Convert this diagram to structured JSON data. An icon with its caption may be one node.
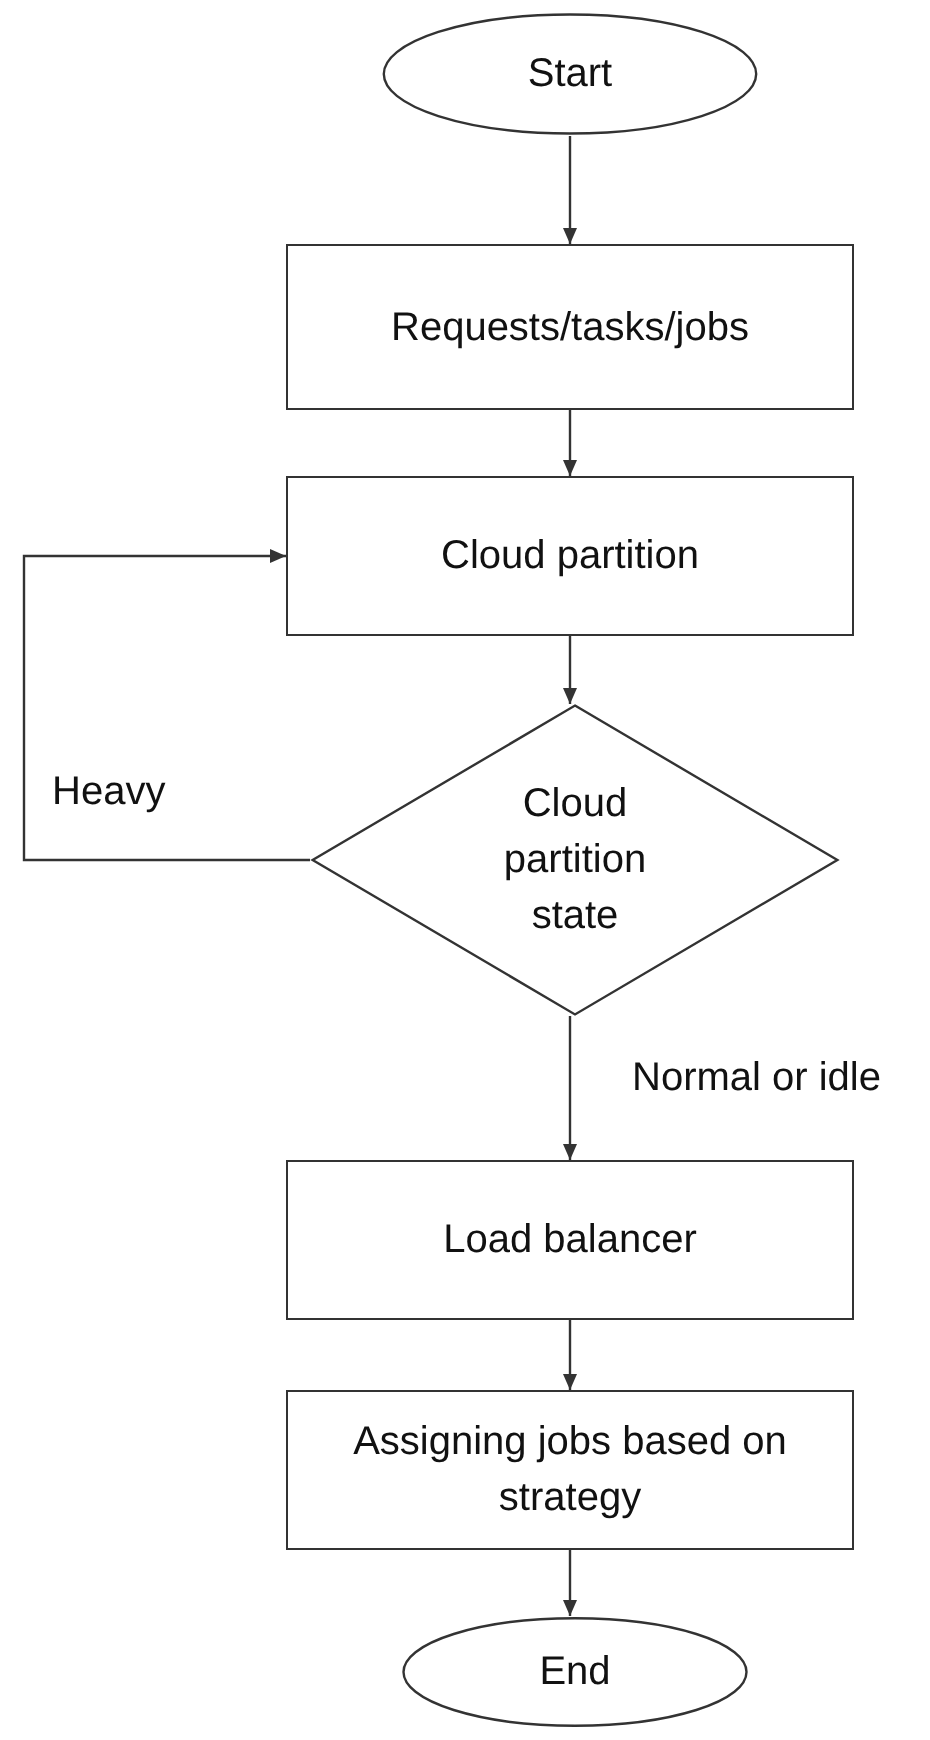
{
  "diagram": {
    "nodes": [
      {
        "text": [
          "Start"
        ]
      },
      {
        "text": [
          "Requests/tasks/jobs"
        ]
      },
      {
        "text": [
          "Cloud partition"
        ]
      },
      {
        "text": [
          "Cloud partition state"
        ]
      },
      {
        "text": [
          "Load balancer"
        ]
      },
      {
        "text": [
          "Assigning jobs based on strategy"
        ]
      },
      {
        "text": [
          "End"
        ]
      }
    ],
    "edges": [
      {
        "from": 0,
        "to": 1,
        "arrow": "to"
      },
      {
        "from": 1,
        "to": 2,
        "arrow": "to"
      },
      {
        "from": 2,
        "to": 3,
        "arrow": "to"
      },
      {
        "from": 3,
        "to": 2,
        "arrow": "to",
        "label": "Heavy"
      },
      {
        "from": 3,
        "to": 4,
        "arrow": "to",
        "label": "Normal or idle"
      },
      {
        "from": 4,
        "to": 5,
        "arrow": "to"
      },
      {
        "from": 5,
        "to": 6,
        "arrow": "to"
      }
    ]
  }
}
